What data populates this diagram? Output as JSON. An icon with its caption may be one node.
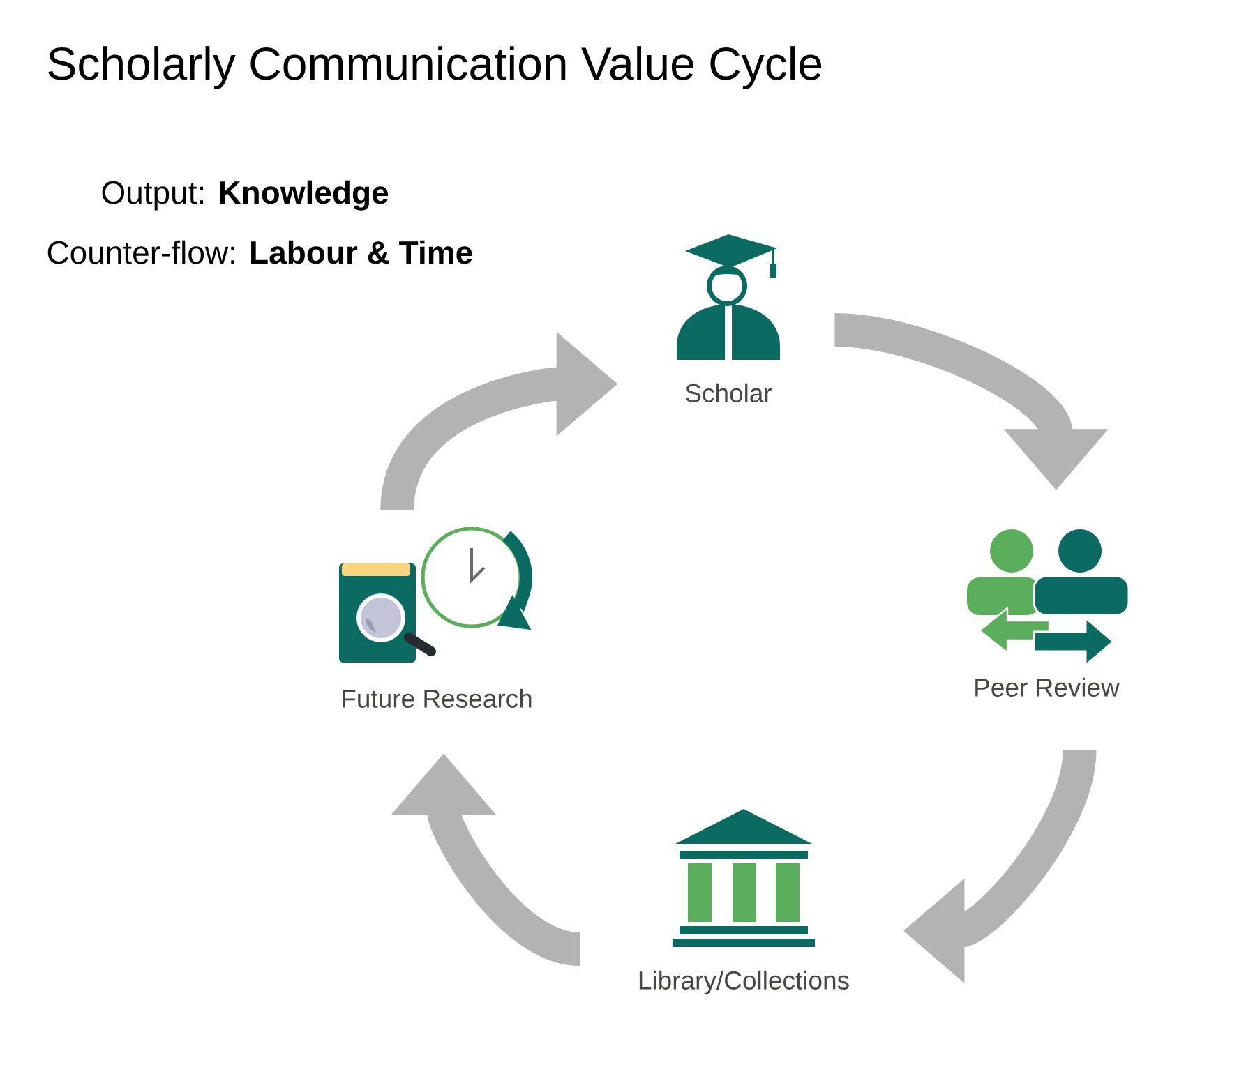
{
  "diagram": {
    "title": "Scholarly Communication Value Cycle",
    "nodes": [
      {
        "text": [
          "Scholar"
        ]
      },
      {
        "text": [
          "Peer Review"
        ]
      },
      {
        "text": [
          "Library/Collections"
        ]
      },
      {
        "text": [
          "Future Research"
        ]
      }
    ],
    "edges": [
      {
        "from": 0,
        "to": 1,
        "arrow": "to"
      },
      {
        "from": 1,
        "to": 2,
        "arrow": "to"
      },
      {
        "from": 2,
        "to": 3,
        "arrow": "to"
      },
      {
        "from": 3,
        "to": 0,
        "arrow": "to"
      }
    ],
    "labels": [
      "Output: **Knowledge**",
      "Counter-flow: **Labour & Time**"
    ]
  }
}
